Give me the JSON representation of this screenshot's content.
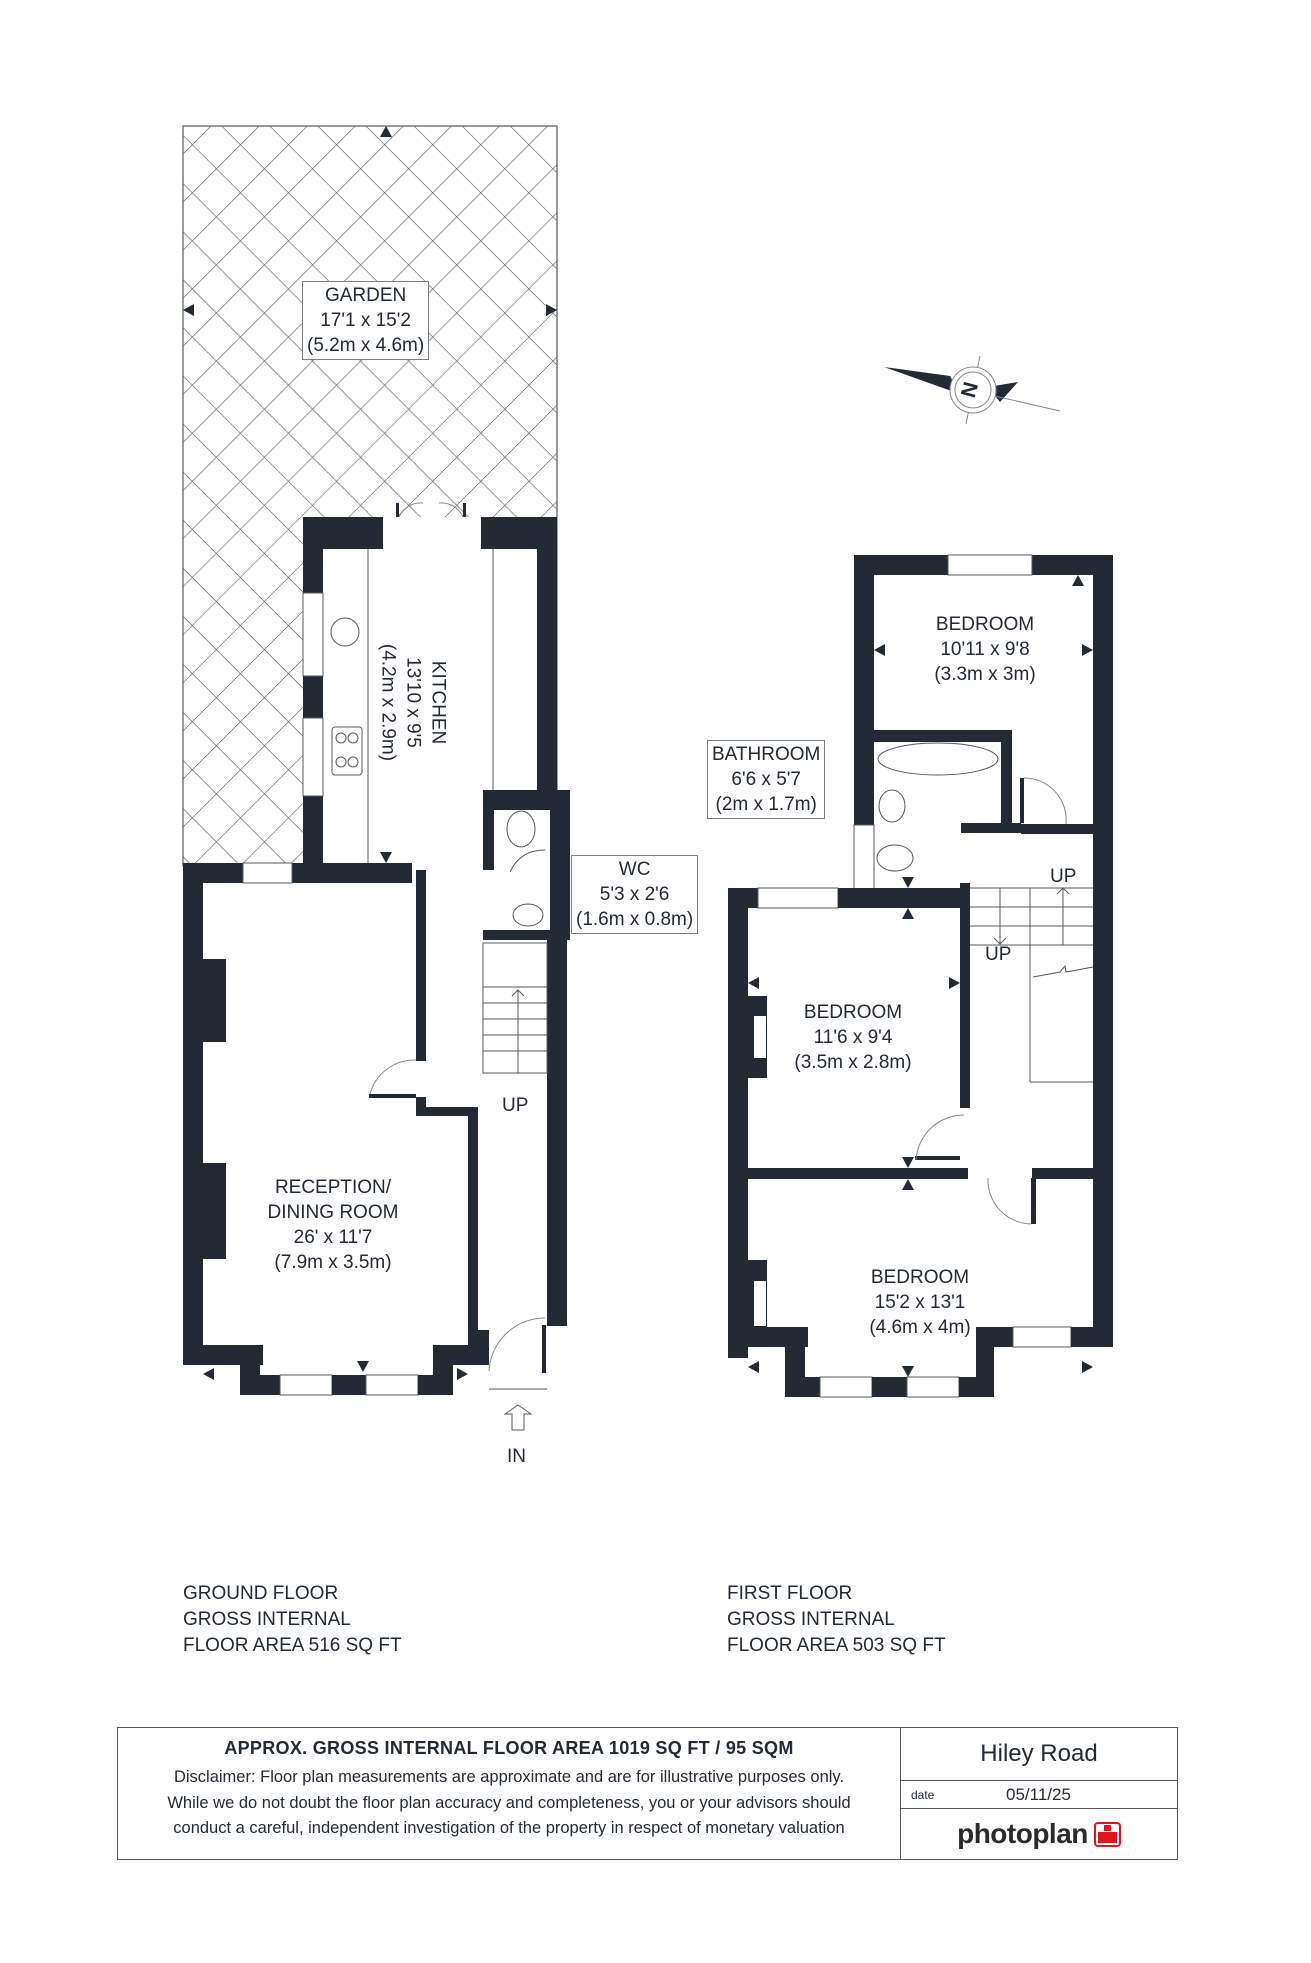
{
  "plan": {
    "ground_floor": {
      "rooms": [
        {
          "name": "GARDEN",
          "imperial": "17'1 x 15'2",
          "metric": "(5.2m x 4.6m)"
        },
        {
          "name": "KITCHEN",
          "imperial": "13'10 x 9'5",
          "metric": "(4.2m x 2.9m)"
        },
        {
          "name": "WC",
          "imperial": "5'3 x 2'6",
          "metric": "(1.6m x 0.8m)"
        },
        {
          "name_line1": "RECEPTION/",
          "name_line2": "DINING ROOM",
          "imperial": "26' x 11'7",
          "metric": "(7.9m x 3.5m)"
        }
      ],
      "stairs_label": "UP",
      "entrance_label": "IN",
      "summary": [
        "GROUND FLOOR",
        "GROSS INTERNAL",
        "FLOOR AREA 516 SQ FT"
      ]
    },
    "first_floor": {
      "rooms": [
        {
          "name": "BEDROOM",
          "imperial": "10'11 x 9'8",
          "metric": "(3.3m x 3m)"
        },
        {
          "name": "BATHROOM",
          "imperial": "6'6 x 5'7",
          "metric": "(2m x 1.7m)"
        },
        {
          "name": "BEDROOM",
          "imperial": "11'6 x 9'4",
          "metric": "(3.5m x 2.8m)"
        },
        {
          "name": "BEDROOM",
          "imperial": "15'2 x 13'1",
          "metric": "(4.6m x 4m)"
        }
      ],
      "stairs_labels": [
        "UP",
        "UP"
      ],
      "summary": [
        "FIRST FLOOR",
        "GROSS INTERNAL",
        "FLOOR AREA 503 SQ FT"
      ]
    },
    "compass": {
      "label": "N"
    }
  },
  "footer": {
    "title": "APPROX. GROSS INTERNAL FLOOR AREA 1019 SQ FT / 95 SQM",
    "disclaimer": [
      "Disclaimer: Floor plan measurements are approximate and are for illustrative purposes only.",
      "While we do not doubt the floor plan accuracy and completeness, you or your advisors should",
      "conduct a careful, independent investigation of the property in respect of monetary valuation"
    ],
    "address": "Hiley Road",
    "date_label": "date",
    "date_value": "05/11/25",
    "brand": "photoplan"
  },
  "colors": {
    "wall": "#232a33",
    "brand_red": "#e3131b",
    "line": "#55595e"
  }
}
